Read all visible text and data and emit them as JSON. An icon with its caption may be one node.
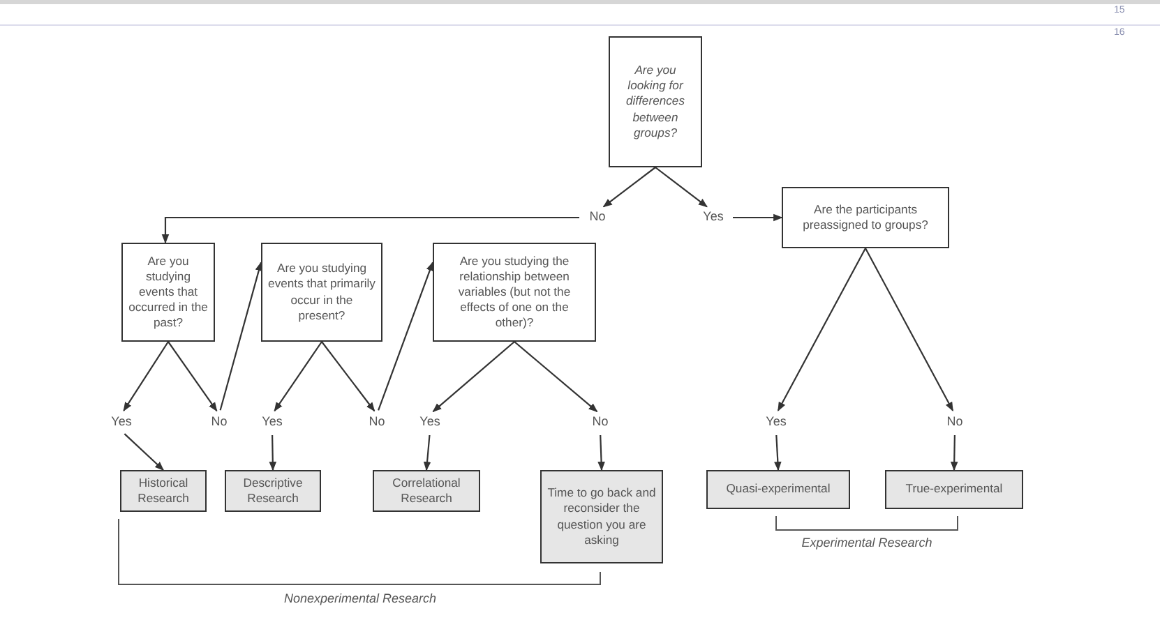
{
  "diagram": {
    "nodes": [
      {
        "text": [
          "Are you looking for differences between groups?"
        ]
      },
      {
        "text": [
          "No"
        ]
      },
      {
        "text": [
          "Yes"
        ]
      },
      {
        "text": [
          "Are the participants preassigned to groups?"
        ]
      },
      {
        "text": [
          "Are you studying events that occurred in the past?"
        ]
      },
      {
        "text": [
          "Are you studying events that primarily occur in the present?"
        ]
      },
      {
        "text": [
          "Are you studying the relationship between variables (but not the effects of one on the other)?"
        ]
      },
      {
        "text": [
          "Yes"
        ]
      },
      {
        "text": [
          "No"
        ]
      },
      {
        "text": [
          "Yes"
        ]
      },
      {
        "text": [
          "No"
        ]
      },
      {
        "text": [
          "Yes"
        ]
      },
      {
        "text": [
          "No"
        ]
      },
      {
        "text": [
          "Historical Research"
        ]
      },
      {
        "text": [
          "Descriptive Research"
        ]
      },
      {
        "text": [
          "Correlational Research"
        ]
      },
      {
        "text": [
          "Time to go back and reconsider the question you are asking"
        ]
      },
      {
        "text": [
          "Yes"
        ]
      },
      {
        "text": [
          "No"
        ]
      },
      {
        "text": [
          "Quasi-experimental"
        ]
      },
      {
        "text": [
          "True-experimental"
        ]
      }
    ],
    "edges": [
      {
        "from": 0,
        "to": 1,
        "arrow": "to"
      },
      {
        "from": 0,
        "to": 2,
        "arrow": "to"
      },
      {
        "from": 1,
        "to": 4,
        "arrow": "to"
      },
      {
        "from": 2,
        "to": 3,
        "arrow": "to"
      },
      {
        "from": 4,
        "to": 7,
        "arrow": "to"
      },
      {
        "from": 4,
        "to": 8,
        "arrow": "to"
      },
      {
        "from": 8,
        "to": 5,
        "arrow": "to"
      },
      {
        "from": 5,
        "to": 9,
        "arrow": "to"
      },
      {
        "from": 5,
        "to": 10,
        "arrow": "to"
      },
      {
        "from": 10,
        "to": 6,
        "arrow": "to"
      },
      {
        "from": 6,
        "to": 11,
        "arrow": "to"
      },
      {
        "from": 6,
        "to": 12,
        "arrow": "to"
      },
      {
        "from": 7,
        "to": 13,
        "arrow": "to"
      },
      {
        "from": 9,
        "to": 14,
        "arrow": "to"
      },
      {
        "from": 11,
        "to": 15,
        "arrow": "to"
      },
      {
        "from": 12,
        "to": 16,
        "arrow": "to"
      },
      {
        "from": 3,
        "to": 17,
        "arrow": "to"
      },
      {
        "from": 3,
        "to": 18,
        "arrow": "to"
      },
      {
        "from": 17,
        "to": 19,
        "arrow": "to"
      },
      {
        "from": 18,
        "to": 20,
        "arrow": "to"
      }
    ],
    "labels": [
      "15",
      "16",
      "Nonexperimental Research",
      "Experimental Research"
    ]
  }
}
